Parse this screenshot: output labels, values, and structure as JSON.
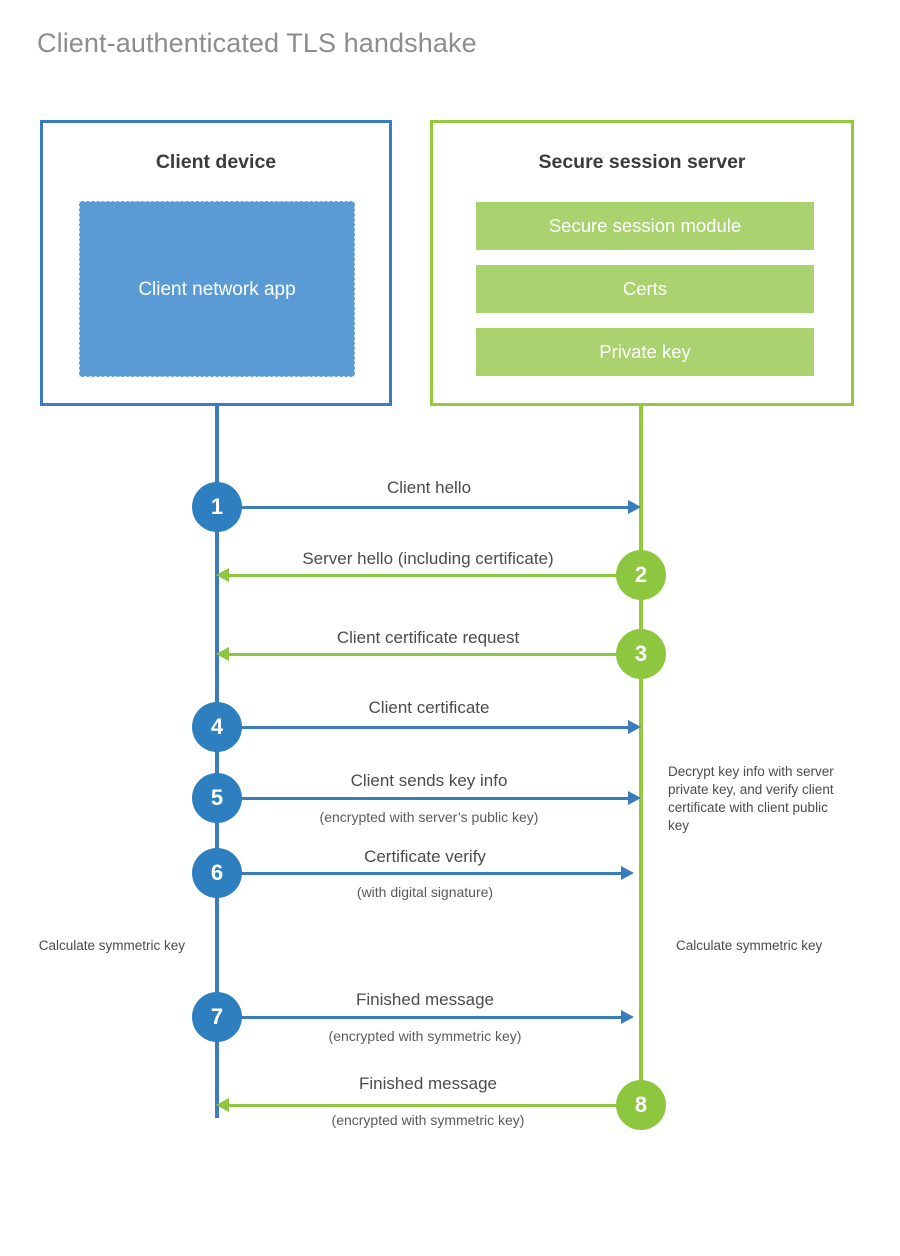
{
  "title": "Client-authenticated TLS handshake",
  "colors": {
    "client_blue": "#3A7CBE",
    "client_circle_blue": "#2E7FC0",
    "client_app_fill": "#5B9BD5",
    "server_green": "#95C93D",
    "server_circle_green": "#8DC63F",
    "server_bar_fill": "#AAD36F",
    "title_gray": "#8d8d8d",
    "text_gray": "#4b4b4b",
    "background": "#ffffff"
  },
  "client": {
    "box_title": "Client device",
    "app_label": "Client network app"
  },
  "server": {
    "box_title": "Secure session server",
    "components": [
      {
        "label": "Secure session module"
      },
      {
        "label": "Certs"
      },
      {
        "label": "Private key"
      }
    ]
  },
  "steps": [
    {
      "number": "1",
      "origin": "client",
      "direction": "to-server",
      "label": "Client hello",
      "sublabel": ""
    },
    {
      "number": "2",
      "origin": "server",
      "direction": "to-client",
      "label": "Server hello (including certificate)",
      "sublabel": ""
    },
    {
      "number": "3",
      "origin": "server",
      "direction": "to-client",
      "label": "Client certificate request",
      "sublabel": ""
    },
    {
      "number": "4",
      "origin": "client",
      "direction": "to-server",
      "label": "Client certificate",
      "sublabel": ""
    },
    {
      "number": "5",
      "origin": "client",
      "direction": "to-server",
      "label": "Client sends key info",
      "sublabel": "(encrypted with server’s public key)"
    },
    {
      "number": "6",
      "origin": "client",
      "direction": "to-server",
      "label": "Certificate verify",
      "sublabel": "(with digital signature)"
    },
    {
      "number": "7",
      "origin": "client",
      "direction": "to-server",
      "label": "Finished message",
      "sublabel": "(encrypted with symmetric key)"
    },
    {
      "number": "8",
      "origin": "server",
      "direction": "to-client",
      "label": "Finished message",
      "sublabel": "(encrypted with symmetric key)"
    }
  ],
  "notes": {
    "decrypt": "Decrypt key info with server private key, and verify client certificate with client public key",
    "calculate_client": "Calculate symmetric key",
    "calculate_server": "Calculate symmetric key"
  }
}
